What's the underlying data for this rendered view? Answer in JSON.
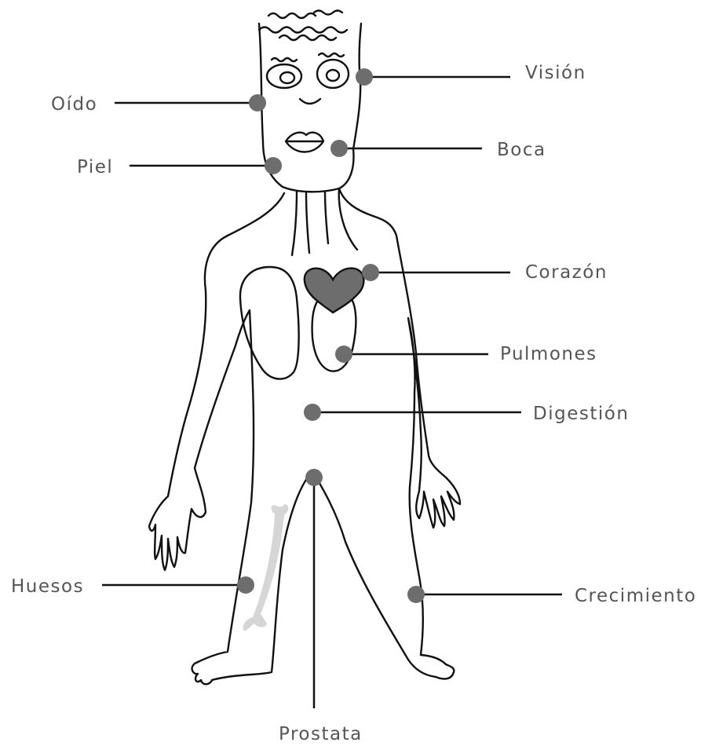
{
  "diagram": {
    "colors": {
      "marker": "#6d6d6d",
      "heart": "#6d6d6d",
      "bone": "#d6d6d6",
      "line": "#111111",
      "label": "#555555"
    },
    "labels": {
      "vision": "Visión",
      "oido": "Oído",
      "boca": "Boca",
      "piel": "Piel",
      "corazon": "Corazón",
      "pulmones": "Pulmones",
      "digestion": "Digestión",
      "huesos": "Huesos",
      "crecimiento": "Crecimiento",
      "prostata": "Prostata"
    }
  }
}
